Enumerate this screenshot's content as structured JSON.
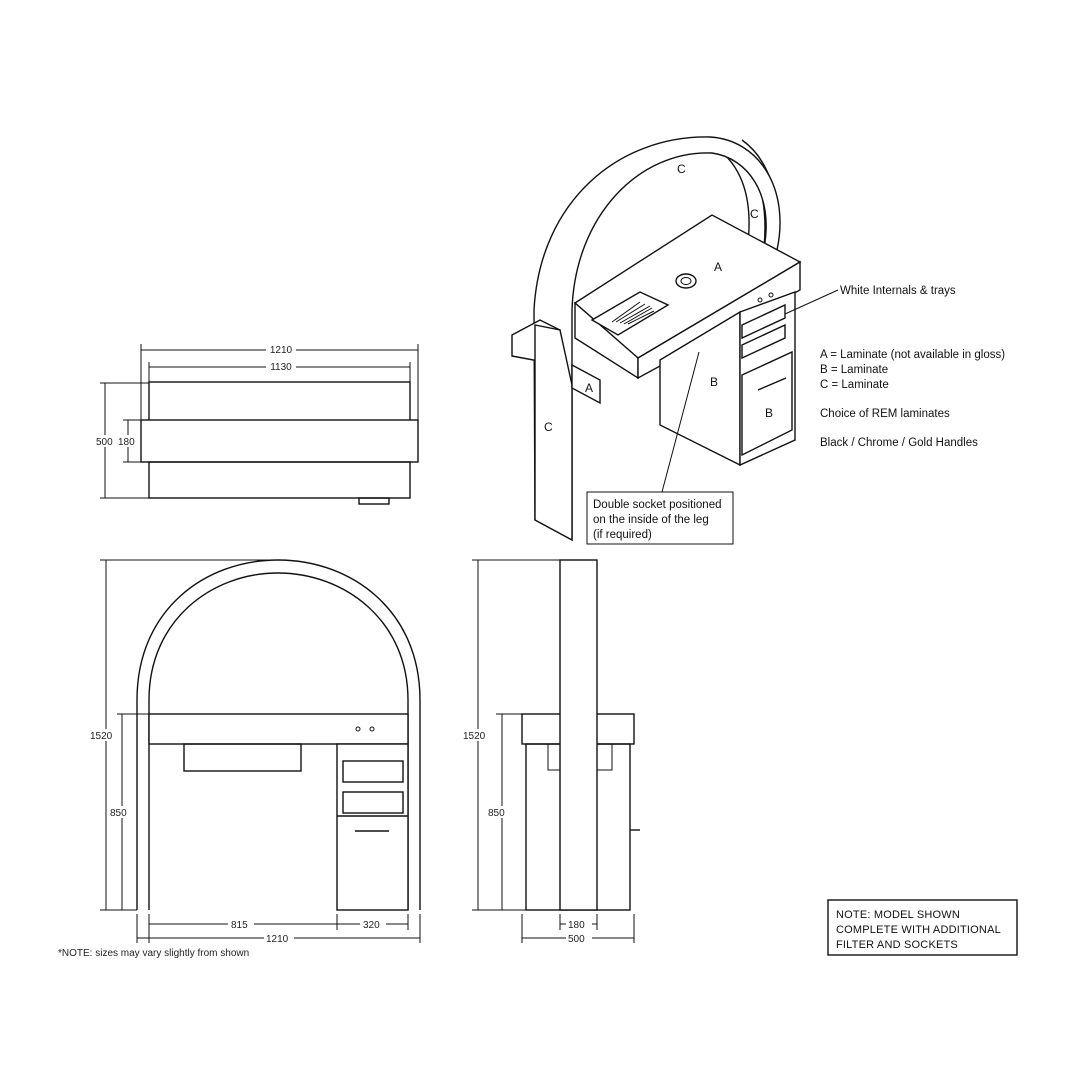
{
  "top_view": {
    "dim_overall_width": "1210",
    "dim_inner_width": "1130",
    "dim_depth": "500",
    "dim_depth_inner": "180"
  },
  "iso_view": {
    "label_a_top": "A",
    "label_a_side": "A",
    "label_b_body": "B",
    "label_b_drawer": "B",
    "label_c_arch": "C",
    "label_c_arch_back": "C",
    "label_c_leg": "C",
    "callout_internals": "White Internals & trays",
    "callout_socket_line1": "Double socket positioned",
    "callout_socket_line2": "on the inside of the leg",
    "callout_socket_line3": "(if required)"
  },
  "legend": {
    "line_a": "A = Laminate (not available in gloss)",
    "line_b": "B = Laminate",
    "line_c": "C = Laminate",
    "choice": "Choice of REM laminates",
    "handles": "Black / Chrome / Gold Handles"
  },
  "front_view": {
    "dim_height": "1520",
    "dim_table_height": "850",
    "dim_left_width": "815",
    "dim_right_width": "320",
    "dim_overall_width": "1210"
  },
  "side_view": {
    "dim_height": "1520",
    "dim_table_height": "850",
    "dim_leg_width": "180",
    "dim_depth": "500"
  },
  "footnote": "*NOTE: sizes may vary slightly from shown",
  "model_note": {
    "line1": "NOTE: MODEL SHOWN",
    "line2": "COMPLETE WITH ADDITIONAL",
    "line3": "FILTER AND SOCKETS"
  }
}
